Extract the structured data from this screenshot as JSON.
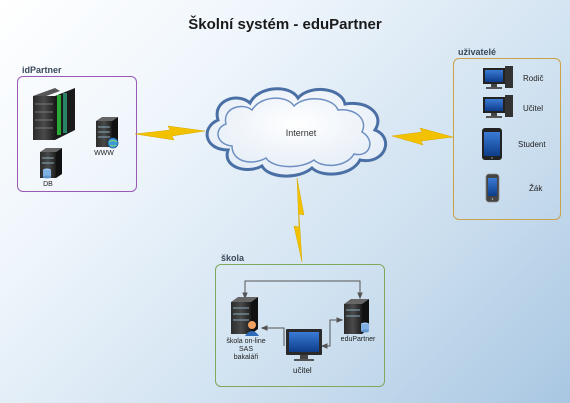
{
  "title": "Školní systém - eduPartner",
  "cloud_label": "Internet",
  "groups": {
    "idpartner": {
      "label": "idPartner",
      "servers": {
        "www": "WWW",
        "db": "DB"
      }
    },
    "users": {
      "label": "uživatelé",
      "devices": [
        "Rodič",
        "Učitel",
        "Student",
        "Žák"
      ]
    },
    "school": {
      "label": "škola",
      "school_server": "škola on-line\nSAS\nbakaláři",
      "edupartner_server": "eduPartner",
      "teacher_pc": "učitel"
    }
  },
  "colors": {
    "idpartner_border": "#9b59b6",
    "users_border": "#c9a24a",
    "school_border": "#7fa85a",
    "lightning": "#f2c200",
    "cloud_fill": "#ffffff",
    "cloud_outline": "#4a6fa5"
  }
}
